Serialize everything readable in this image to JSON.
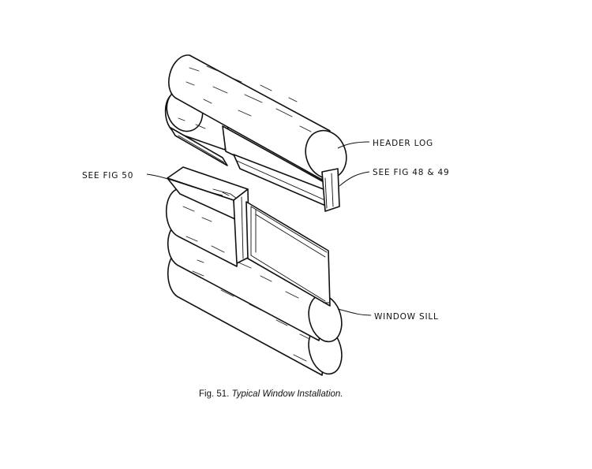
{
  "labels": {
    "header_log": "HEADER LOG",
    "see_fig_48_49": "SEE FIG 48 & 49",
    "see_fig_50": "SEE FIG 50",
    "window_sill": "WINDOW SILL"
  },
  "caption": {
    "number": "Fig. 51.",
    "text": "Typical Window Installation."
  }
}
